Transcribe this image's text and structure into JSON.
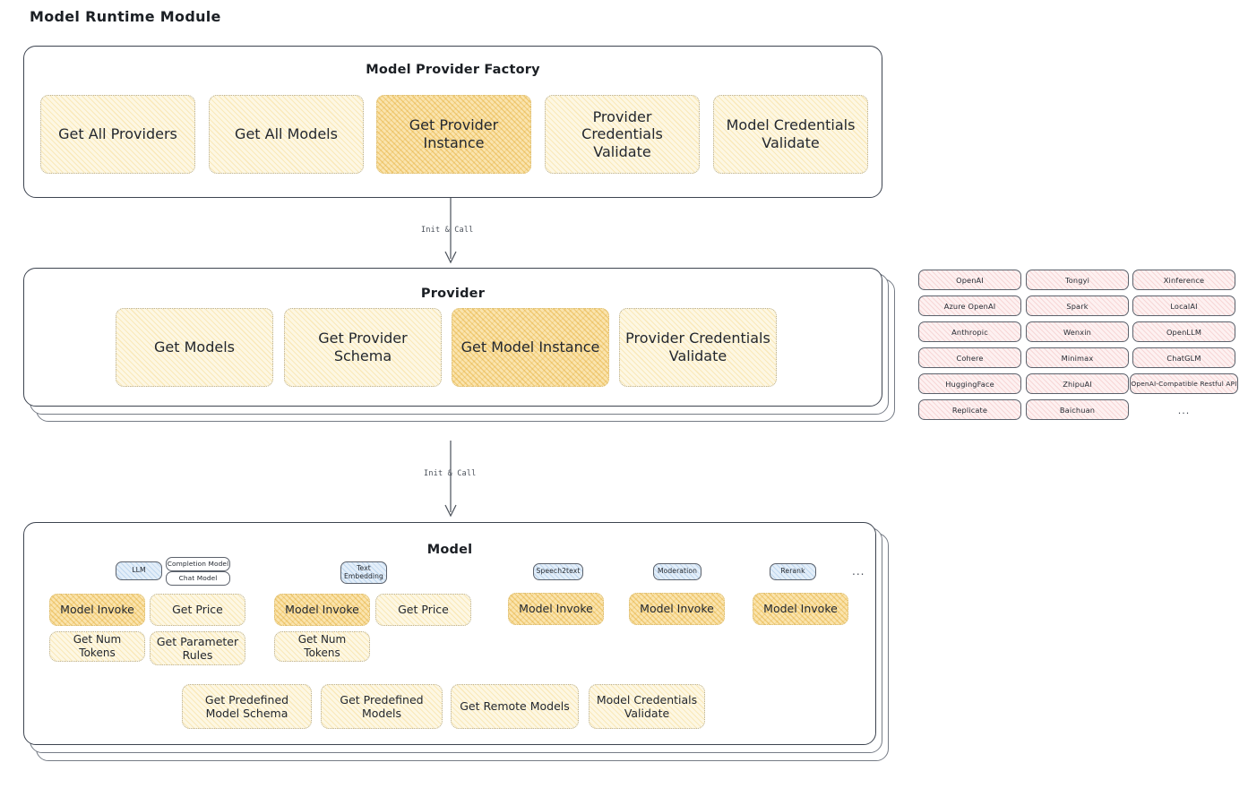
{
  "page": {
    "title": "Model Runtime Module"
  },
  "sections": [
    {
      "id": "model-provider-factory",
      "title": "Model Provider Factory",
      "cards": [
        {
          "label": "Get All Providers",
          "highlight": false
        },
        {
          "label": "Get All Models",
          "highlight": false
        },
        {
          "label": "Get Provider Instance",
          "highlight": true
        },
        {
          "label": "Provider Credentials Validate",
          "highlight": false
        },
        {
          "label": "Model Credentials Validate",
          "highlight": false
        }
      ]
    },
    {
      "id": "provider",
      "title": "Provider",
      "cards": [
        {
          "label": "Get Models",
          "highlight": false
        },
        {
          "label": "Get Provider Schema",
          "highlight": false
        },
        {
          "label": "Get Model Instance",
          "highlight": true
        },
        {
          "label": "Provider Credentials Validate",
          "highlight": false
        }
      ]
    },
    {
      "id": "model",
      "title": "Model"
    }
  ],
  "arrows": [
    {
      "label": "Init & Call"
    },
    {
      "label": "Init & Call"
    }
  ],
  "provider_list": {
    "columns": [
      {
        "items": [
          "OpenAI",
          "Azure OpenAI",
          "Anthropic",
          "Cohere",
          "HuggingFace",
          "Replicate"
        ]
      },
      {
        "items": [
          "Tongyi",
          "Spark",
          "Wenxin",
          "Minimax",
          "ZhipuAI",
          "Baichuan"
        ]
      },
      {
        "items": [
          "Xinference",
          "LocalAI",
          "OpenLLM",
          "ChatGLM",
          "OpenAI-Compatible Restful API"
        ]
      }
    ],
    "more": "..."
  },
  "model_types": [
    {
      "badge": "LLM",
      "sub_badges": [
        "Completion Model",
        "Chat Model"
      ],
      "functions": [
        {
          "label": "Model Invoke",
          "highlight": true
        },
        {
          "label": "Get Price",
          "highlight": false
        },
        {
          "label": "Get Num Tokens",
          "highlight": false
        },
        {
          "label": "Get Parameter Rules",
          "highlight": false
        }
      ]
    },
    {
      "badge": "Text Embedding",
      "sub_badges": [],
      "functions": [
        {
          "label": "Model Invoke",
          "highlight": true
        },
        {
          "label": "Get Price",
          "highlight": false
        },
        {
          "label": "Get Num Tokens",
          "highlight": false
        }
      ]
    },
    {
      "badge": "Speech2text",
      "sub_badges": [],
      "functions": [
        {
          "label": "Model Invoke",
          "highlight": true
        }
      ]
    },
    {
      "badge": "Moderation",
      "sub_badges": [],
      "functions": [
        {
          "label": "Model Invoke",
          "highlight": true
        }
      ]
    },
    {
      "badge": "Rerank",
      "sub_badges": [],
      "functions": [
        {
          "label": "Model Invoke",
          "highlight": true
        }
      ]
    }
  ],
  "model_types_more": "...",
  "model_common_functions": [
    {
      "label": "Get Predefined Model Schema",
      "highlight": false
    },
    {
      "label": "Get Predefined Models",
      "highlight": false
    },
    {
      "label": "Get Remote Models",
      "highlight": false
    },
    {
      "label": "Model Credentials Validate",
      "highlight": false
    }
  ],
  "colors": {
    "card_fill": "#fdf7e3",
    "card_fill_highlight": "#fae4ae",
    "chip_fill": "#fdf1f1",
    "badge_fill": "#e3eef9",
    "outline": "#3d4450",
    "text": "#1f2328"
  }
}
